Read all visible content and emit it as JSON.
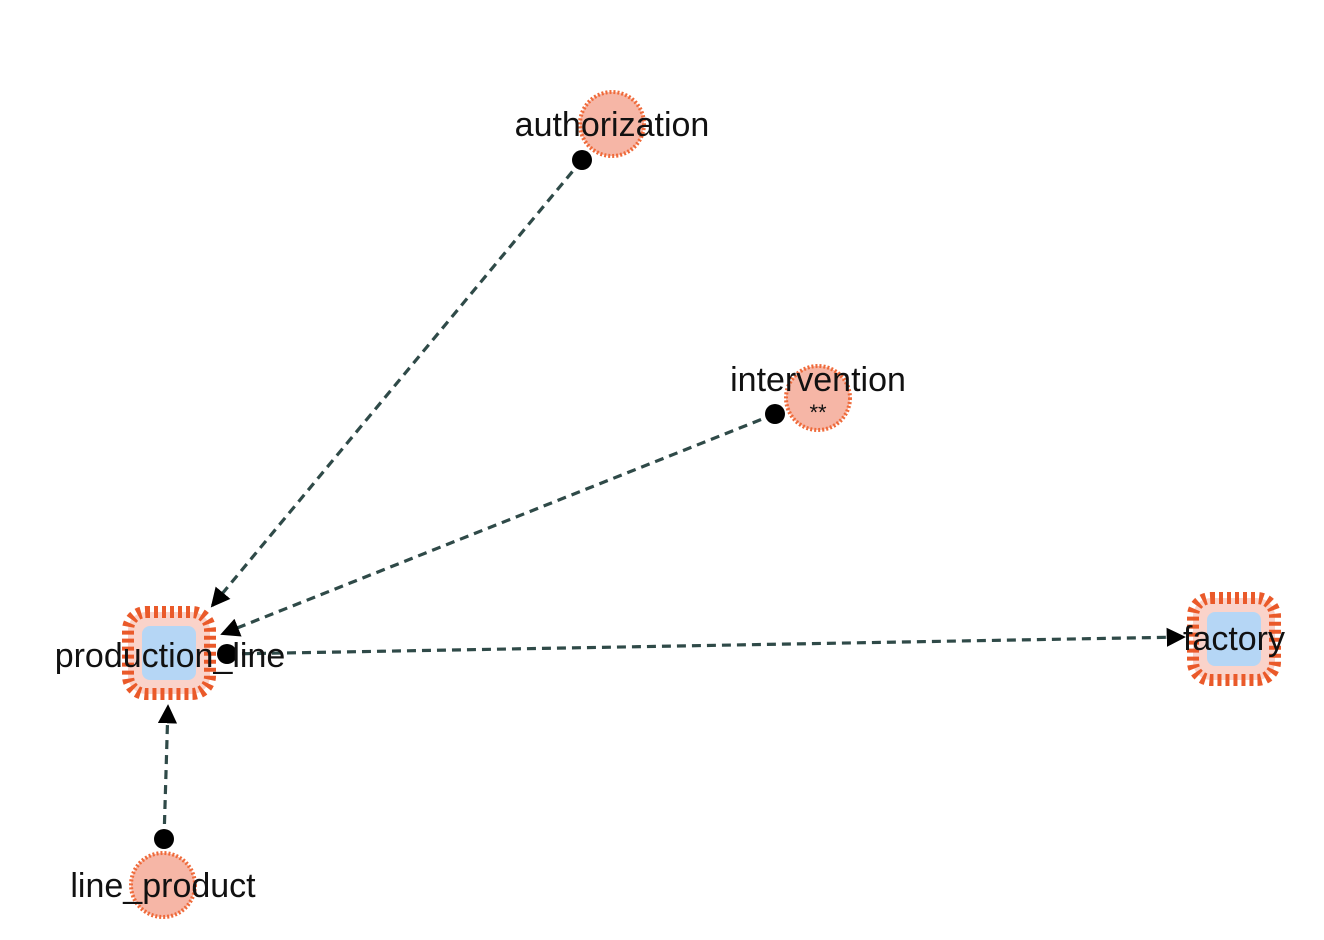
{
  "nodes": {
    "authorization": {
      "label": "authorization",
      "sub": "",
      "shape": "circle",
      "fill": "#f6b6a6",
      "border": "#ef6a3a"
    },
    "intervention": {
      "label": "intervention",
      "sub": "**",
      "shape": "circle",
      "fill": "#f6b6a6",
      "border": "#ef6a3a"
    },
    "production_line": {
      "label": "production_line",
      "sub": "",
      "shape": "rounded-square",
      "fill": "#b5d6f5",
      "border": "#ea5a2a"
    },
    "factory": {
      "label": "factory",
      "sub": "",
      "shape": "rounded-square",
      "fill": "#b5d6f5",
      "border": "#ea5a2a"
    },
    "line_product": {
      "label": "line_product",
      "sub": "",
      "shape": "circle",
      "fill": "#f6b6a6",
      "border": "#ef6a3a"
    }
  },
  "edges": [
    {
      "from": "authorization",
      "to": "production_line",
      "style": "dashed",
      "tail": "dot",
      "head": "arrow"
    },
    {
      "from": "intervention",
      "to": "production_line",
      "style": "dashed",
      "tail": "dot",
      "head": "arrow"
    },
    {
      "from": "production_line",
      "to": "factory",
      "style": "dashed",
      "tail": "dot",
      "head": "arrow"
    },
    {
      "from": "line_product",
      "to": "production_line",
      "style": "dashed",
      "tail": "dot",
      "head": "arrow"
    }
  ],
  "colors": {
    "edge": "#2f4a48",
    "marker": "#000000"
  }
}
